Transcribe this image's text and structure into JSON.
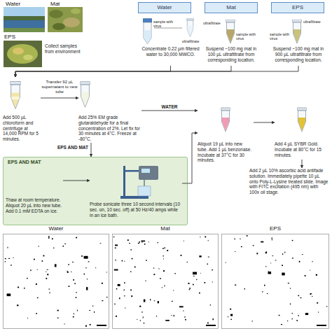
{
  "diagram": {
    "nodes": [
      {
        "text": [
          "Water"
        ]
      },
      {
        "text": [
          "Mat"
        ]
      },
      {
        "text": [
          "EPS"
        ]
      },
      {
        "text": [
          "sample with virus",
          "ultrafiltrate",
          "Concentrate 0.22 µm filtered water to 30,000 MWCO."
        ]
      },
      {
        "text": [
          "ultrafiltrate",
          "sample with virus",
          "Suspend ~100 mg mat in 100 µL ultrafiltrate from corresponding location."
        ]
      },
      {
        "text": [
          "ultrafiltrate",
          "sample with virus",
          "Suspend ~100 mg mat in 900 µL ultrafiltrate from corresponding location."
        ]
      },
      {
        "text": [
          "Add 500 µL chloroform and centrifuge at 14,000 RPM for 5 minutes."
        ]
      },
      {
        "text": [
          "Add 25% EM grade glutaraldehyde for a final concentration of 2%. Let fix for 30 minutes at 4°C. Freeze at -80°C."
        ]
      },
      {
        "text": [
          "EPS AND MAT"
        ]
      },
      {
        "text": [
          "Thaw at room temperature. Aliquot 20 µL into new tube. Add 0.1 mM EDTA on ice."
        ],
        "in": 8
      },
      {
        "text": [
          "Probe sonicate three 10 second intervals (10 sec. on, 10 sec. off) at 50 Hz/40 amps while in an ice bath."
        ],
        "in": 8
      },
      {
        "text": [
          "Aliquot 19 µL into new tube. Add 1 µL benzonase. Incubate at 37°C for 30 minutes."
        ]
      },
      {
        "text": [
          "Add 4 µL SYBR Gold. Incubate at 80°C for 15 minutes."
        ]
      },
      {
        "text": [
          "Add 2 µL 10% ascorbic acid antifade solution. Immediately pipette 10 µL onto Poly-L-Lysine treated slide. Image with FITC excitation (495 nm) with 100x oil stage."
        ]
      },
      {
        "text": [
          "Water"
        ]
      },
      {
        "text": [
          "Mat"
        ]
      },
      {
        "text": [
          "EPS"
        ]
      }
    ],
    "edges": [
      {
        "from": 3,
        "to": 6,
        "arrow": "to"
      },
      {
        "from": 4,
        "to": 6,
        "arrow": "to"
      },
      {
        "from": 5,
        "to": 6,
        "arrow": "to"
      },
      {
        "from": 6,
        "to": 7,
        "label": "Transfer 92 µL supernatant to new tube",
        "arrow": "to"
      },
      {
        "from": 7,
        "to": 11,
        "label": "WATER",
        "arrow": "to"
      },
      {
        "from": 7,
        "to": 8,
        "label": "EPS AND MAT",
        "arrow": "to"
      },
      {
        "from": 9,
        "to": 10,
        "arrow": "to"
      },
      {
        "from": 10,
        "to": 11,
        "arrow": "to"
      },
      {
        "from": 11,
        "to": 12,
        "arrow": "to"
      },
      {
        "from": 12,
        "to": 13,
        "arrow": "to"
      }
    ],
    "labels": [
      "Water",
      "Mat",
      "EPS",
      "Collect samples from environment"
    ]
  }
}
